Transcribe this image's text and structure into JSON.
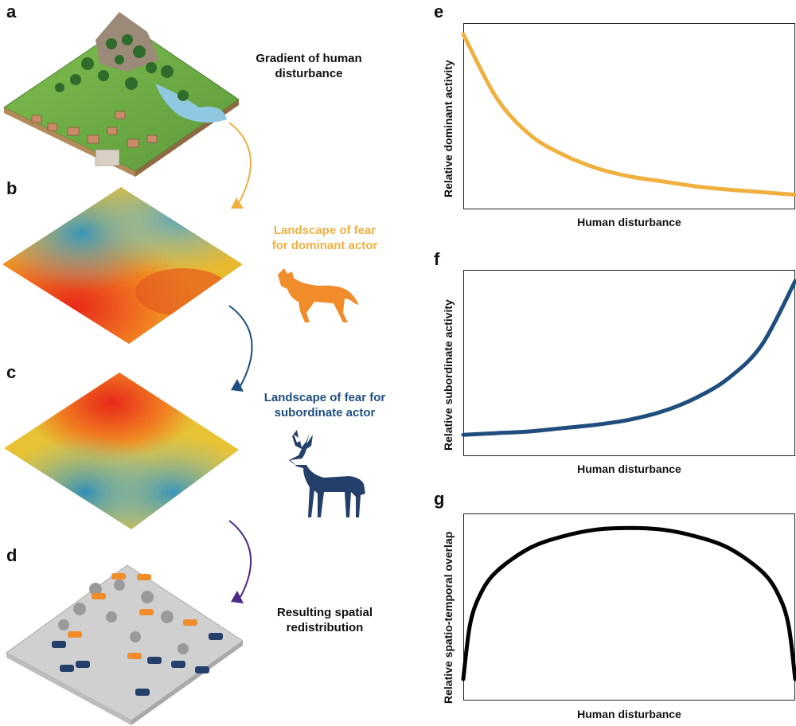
{
  "panels": {
    "a": {
      "letter": "a",
      "caption_line1": "Gradient of human",
      "caption_line2": "disturbance"
    },
    "b": {
      "letter": "b",
      "caption_line1": "Landscape of fear",
      "caption_line2": "for dominant actor"
    },
    "c": {
      "letter": "c",
      "caption_line1": "Landscape of fear for",
      "caption_line2": "subordinate actor"
    },
    "d": {
      "letter": "d",
      "caption_line1": "Resulting spatial",
      "caption_line2": "redistribution"
    },
    "e": {
      "letter": "e",
      "ylabel": "Relative dominant activity",
      "xlabel": "Human disturbance"
    },
    "f": {
      "letter": "f",
      "ylabel": "Relative subordinate activity",
      "xlabel": "Human disturbance"
    },
    "g": {
      "letter": "g",
      "ylabel": "Relative spatio-temporal overlap",
      "xlabel": "Human disturbance"
    }
  },
  "colors": {
    "dominant": "#f0b040",
    "subordinate": "#1f4e7e",
    "overlap": "#000000",
    "arrow_purple": "#4a2a86",
    "wolf": "#f08c2a",
    "deer": "#233f6a"
  },
  "chart_data": [
    {
      "type": "line",
      "panel": "e",
      "xlabel": "Human disturbance",
      "ylabel": "Relative dominant activity",
      "trend": "decreasing",
      "x": [
        0,
        0.1,
        0.2,
        0.3,
        0.4,
        0.5,
        0.6,
        0.7,
        0.8,
        0.9,
        1.0
      ],
      "y": [
        1.0,
        0.62,
        0.4,
        0.28,
        0.2,
        0.15,
        0.12,
        0.09,
        0.07,
        0.055,
        0.04
      ],
      "color": "#f0b040"
    },
    {
      "type": "line",
      "panel": "f",
      "xlabel": "Human disturbance",
      "ylabel": "Relative subordinate activity",
      "trend": "increasing",
      "x": [
        0,
        0.1,
        0.2,
        0.3,
        0.4,
        0.5,
        0.6,
        0.7,
        0.8,
        0.9,
        1.0
      ],
      "y": [
        0.08,
        0.09,
        0.1,
        0.12,
        0.14,
        0.17,
        0.22,
        0.3,
        0.42,
        0.62,
        1.0
      ],
      "color": "#1f4e7e"
    },
    {
      "type": "line",
      "panel": "g",
      "xlabel": "Human disturbance",
      "ylabel": "Relative spatio-temporal overlap",
      "trend": "hump",
      "x": [
        0,
        0.02,
        0.05,
        0.1,
        0.2,
        0.3,
        0.4,
        0.5,
        0.6,
        0.7,
        0.8,
        0.9,
        0.95,
        0.98,
        1.0
      ],
      "y": [
        0.08,
        0.4,
        0.58,
        0.72,
        0.86,
        0.93,
        0.97,
        0.98,
        0.97,
        0.93,
        0.86,
        0.72,
        0.58,
        0.4,
        0.08
      ],
      "color": "#000000"
    }
  ]
}
